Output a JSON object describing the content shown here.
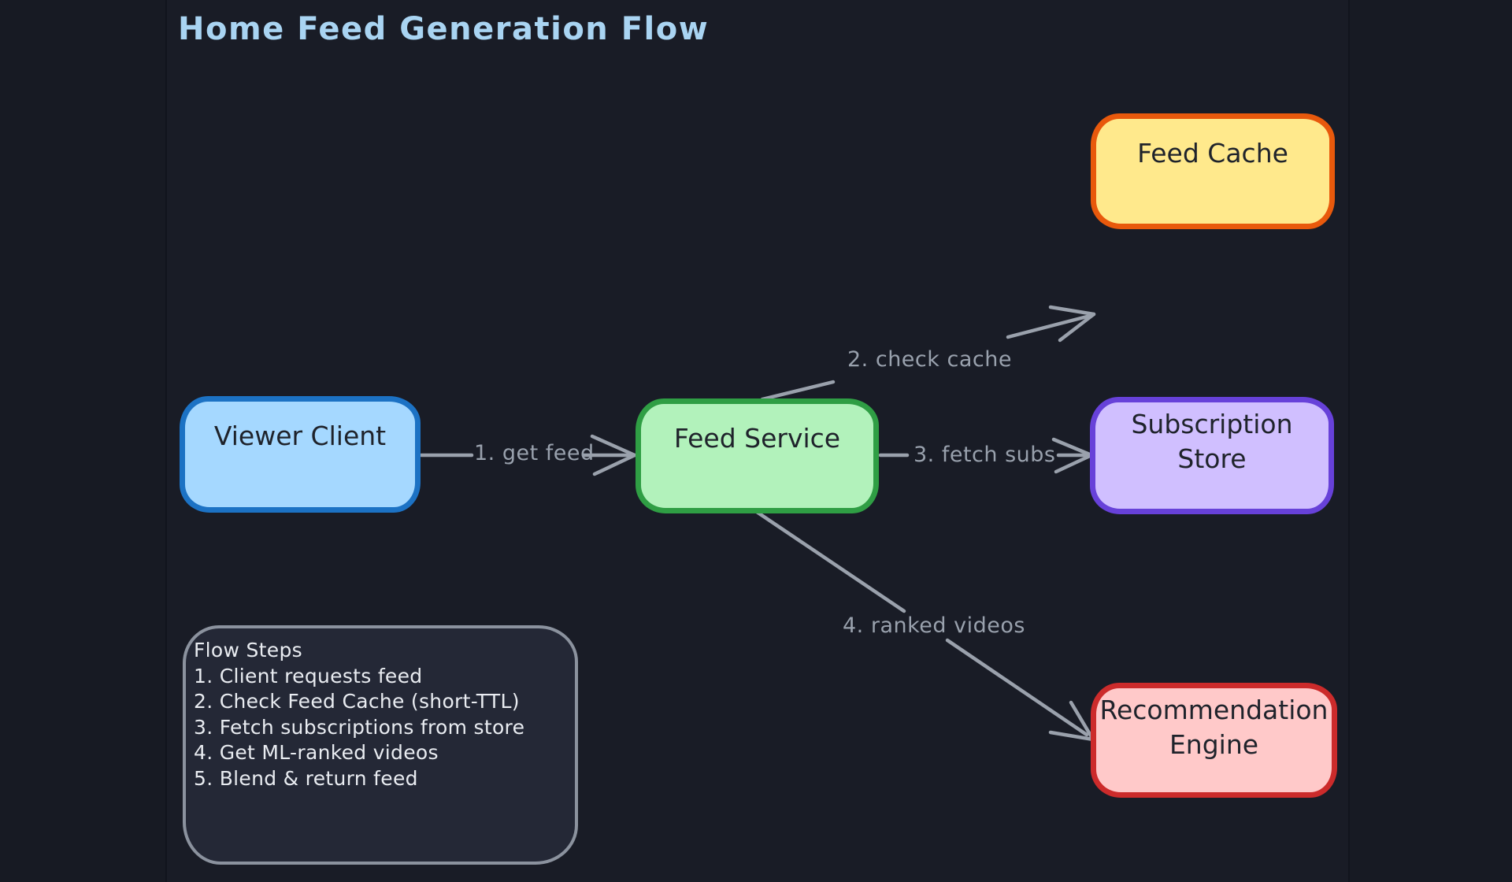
{
  "title": "Home Feed Generation Flow",
  "canvas": {
    "background": "#191c26",
    "margin_background": "#171a23",
    "divider_color": "#11141d",
    "title_color": "#a9d4f2",
    "arrow_color": "#9aa1ac",
    "edge_label_color": "#99a1ad",
    "node_text_color": "#1f232b"
  },
  "nodes": [
    {
      "id": "viewer-client",
      "label": "Viewer Client",
      "fill": "#a5d8ff",
      "stroke": "#1c72c4"
    },
    {
      "id": "feed-service",
      "label": "Feed Service",
      "fill": "#b2f2bb",
      "stroke": "#2f9e44"
    },
    {
      "id": "feed-cache",
      "label": "Feed Cache",
      "fill": "#ffe98c",
      "stroke": "#e8590c"
    },
    {
      "id": "subscription-store",
      "label": "Subscription Store",
      "fill": "#d0bfff",
      "stroke": "#6741d9"
    },
    {
      "id": "recommendation-engine",
      "label": "Recommendation Engine",
      "fill": "#ffc9c9",
      "stroke": "#cc2b2b"
    }
  ],
  "edges": [
    {
      "id": "get-feed",
      "label": "1. get feed",
      "from": "viewer-client",
      "to": "feed-service"
    },
    {
      "id": "check-cache",
      "label": "2. check cache",
      "from": "feed-service",
      "to": "feed-cache"
    },
    {
      "id": "fetch-subs",
      "label": "3. fetch subs",
      "from": "feed-service",
      "to": "subscription-store"
    },
    {
      "id": "ranked-videos",
      "label": "4. ranked videos",
      "from": "feed-service",
      "to": "recommendation-engine"
    }
  ],
  "legend": {
    "title": "Flow Steps",
    "steps": [
      "1. Client requests feed",
      "2. Check Feed Cache (short-TTL)",
      "3. Fetch subscriptions from store",
      "4. Get ML-ranked videos",
      "5. Blend & return feed"
    ],
    "background": "#242836",
    "border_color": "#8b929e",
    "text_color": "#e9ecf1"
  }
}
